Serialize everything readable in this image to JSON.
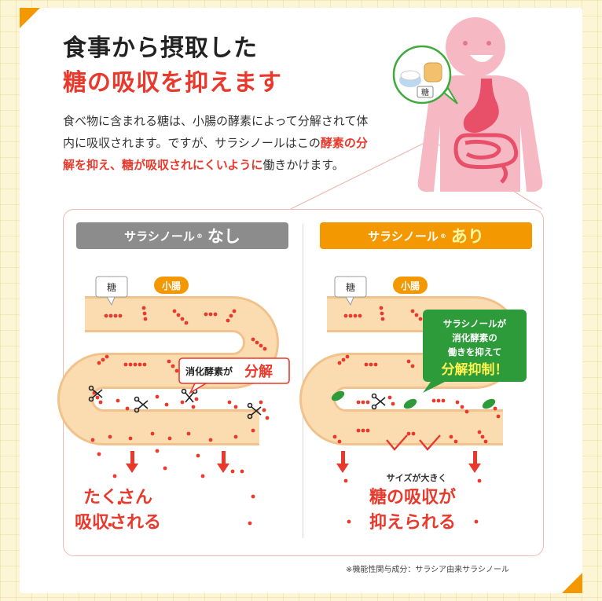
{
  "title": {
    "line1": "食事から摂取した",
    "line2": "糖の吸収を抑えます"
  },
  "description": {
    "part1": "食べ物に含まれる糖は、小腸の酵素によって分解されて体内に吸収されます。ですが、サラシノールはこの",
    "highlight": "酵素の分解を抑え、糖が吸収されにくいように",
    "part2": "働きかけます。"
  },
  "body_illustration": {
    "sugar_label": "糖"
  },
  "left_panel": {
    "header_name": "サラシノール",
    "header_reg": "®",
    "header_suffix": "なし",
    "sugar_tag": "糖",
    "intestine_tag": "小腸",
    "callout_prefix": "消化酵素が",
    "callout_emphasis": "分解",
    "result_line1": "たくさん",
    "result_line2": "吸収される"
  },
  "right_panel": {
    "header_name": "サラシノール",
    "header_reg": "®",
    "header_suffix": "あり",
    "sugar_tag": "糖",
    "intestine_tag": "小腸",
    "callout_line1": "サラシノールが",
    "callout_line2": "消化酵素の",
    "callout_line3": "働きを抑えて",
    "callout_emphasis": "分解抑制！",
    "result_pre": "サイズが大きく",
    "result_line1": "糖の吸収が",
    "result_line2": "抑えられる"
  },
  "footnote": "※機能性関与成分：サラシア由来サラシノール",
  "colors": {
    "accent": "#f39800",
    "red": "#e8392c",
    "gray": "#8c8c8c",
    "green": "#2e9b3a",
    "intestine": "#fbdcb0"
  }
}
